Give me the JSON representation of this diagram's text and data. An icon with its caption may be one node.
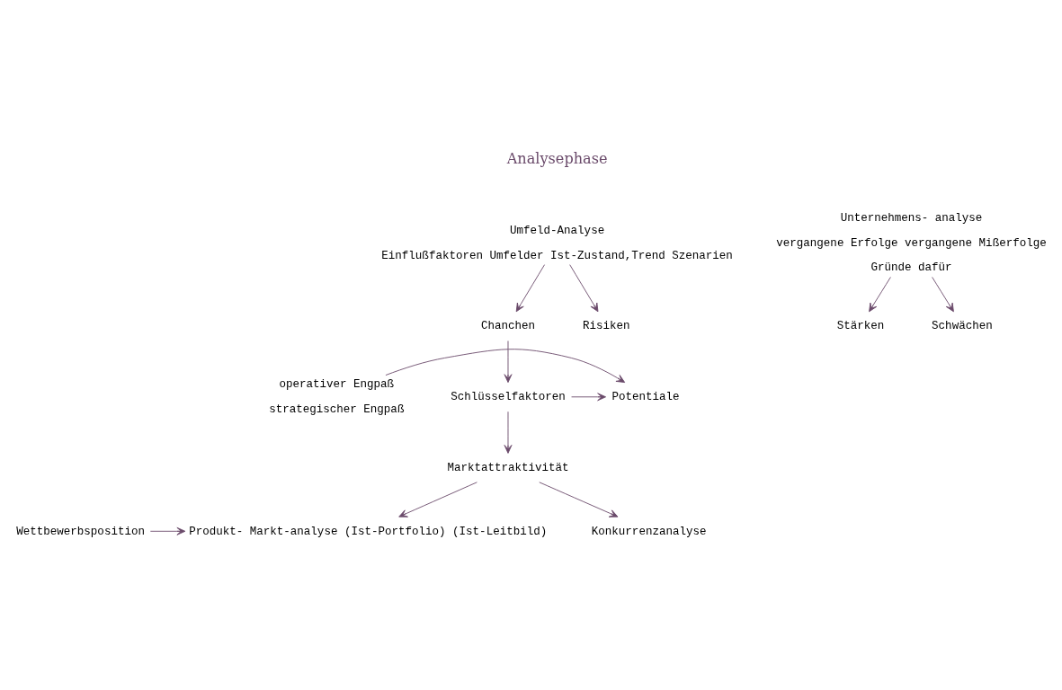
{
  "diagram": {
    "nodes": [
      {
        "text": [
          "Umfeld-Analyse",
          "Einflußfaktoren Umfelder Ist-Zustand,Trend Szenarien"
        ]
      },
      {
        "text": [
          "Chanchen"
        ]
      },
      {
        "text": [
          "Risiken"
        ]
      },
      {
        "text": [
          "Unternehmens- analyse",
          "vergangene Erfolge vergangene Mißerfolge",
          "Gründe dafür"
        ]
      },
      {
        "text": [
          "Stärken"
        ]
      },
      {
        "text": [
          "Schwächen"
        ]
      },
      {
        "text": [
          "Schlüsselfaktoren"
        ]
      },
      {
        "text": [
          "Potentiale"
        ]
      },
      {
        "text": [
          "operativer Engpaß",
          "strategischer Engpaß"
        ]
      },
      {
        "text": [
          "Marktattraktivität"
        ]
      },
      {
        "text": [
          "Konkurrenzanalyse"
        ]
      },
      {
        "text": [
          "Produkt- Markt-analyse (Ist-Portfolio) (Ist-Leitbild)"
        ]
      },
      {
        "text": [
          "Wettbewerbsposition"
        ]
      }
    ],
    "edges": [
      {
        "from": 0,
        "to": 1,
        "arrow": "to"
      },
      {
        "from": 0,
        "to": 2,
        "arrow": "to"
      },
      {
        "from": 3,
        "to": 4,
        "arrow": "to"
      },
      {
        "from": 3,
        "to": 5,
        "arrow": "to"
      },
      {
        "from": 1,
        "to": 6,
        "arrow": "to"
      },
      {
        "from": 6,
        "to": 7,
        "arrow": "to"
      },
      {
        "from": 8,
        "to": 7,
        "arrow": "to"
      },
      {
        "from": 6,
        "to": 9,
        "arrow": "to"
      },
      {
        "from": 9,
        "to": 10,
        "arrow": "to"
      },
      {
        "from": 9,
        "to": 11,
        "arrow": "to"
      },
      {
        "from": 12,
        "to": 11,
        "arrow": "to"
      }
    ],
    "labels": [
      "Analysephase"
    ]
  }
}
